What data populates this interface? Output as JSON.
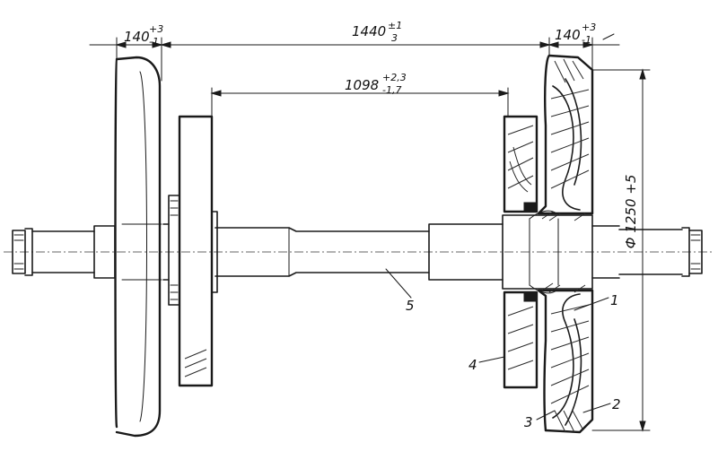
{
  "dimensions": {
    "wheel_width_left": {
      "nominal": "140",
      "upper": "+3",
      "lower": "-1"
    },
    "wheel_width_right": {
      "nominal": "140",
      "upper": "+3",
      "lower": "-1"
    },
    "wheel_spacing": {
      "nominal": "1440",
      "upper": "±1",
      "lower": "3"
    },
    "disc_spacing": {
      "nominal": "1098",
      "upper": "+2,3",
      "lower": "-1,7"
    },
    "wheel_diameter": {
      "text": "Ф 1250 +5"
    }
  },
  "part_labels": [
    "1",
    "2",
    "3",
    "4",
    "5"
  ]
}
